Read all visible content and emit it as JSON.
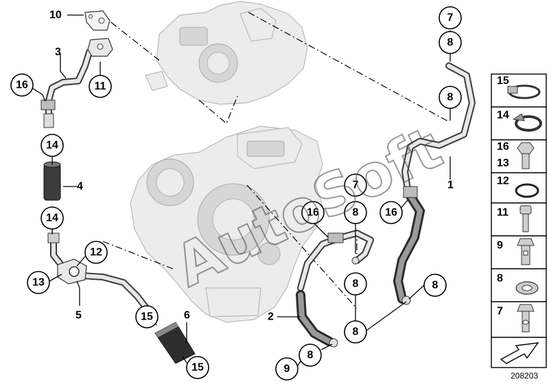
{
  "callouts": [
    {
      "id": "c7a",
      "label": "7"
    },
    {
      "id": "c8a",
      "label": "8"
    },
    {
      "id": "c8b",
      "label": "8"
    },
    {
      "id": "c16a",
      "label": "16"
    },
    {
      "id": "c11",
      "label": "11"
    },
    {
      "id": "c14a",
      "label": "14"
    },
    {
      "id": "c14b",
      "label": "14"
    },
    {
      "id": "c12",
      "label": "12"
    },
    {
      "id": "c13",
      "label": "13"
    },
    {
      "id": "c15a",
      "label": "15"
    },
    {
      "id": "c15b",
      "label": "15"
    },
    {
      "id": "c7b",
      "label": "7"
    },
    {
      "id": "c8c",
      "label": "8"
    },
    {
      "id": "c16b",
      "label": "16"
    },
    {
      "id": "c16c",
      "label": "16"
    },
    {
      "id": "c8d",
      "label": "8"
    },
    {
      "id": "c8e",
      "label": "8"
    },
    {
      "id": "c8f",
      "label": "8"
    },
    {
      "id": "c8g",
      "label": "8"
    },
    {
      "id": "c9",
      "label": "9"
    }
  ],
  "plain_labels": {
    "l10": "10",
    "l3": "3",
    "l4": "4",
    "l5": "5",
    "l6": "6",
    "l1": "1",
    "l2": "2"
  },
  "legend": [
    {
      "labels": [
        "15"
      ],
      "icon": "hose-clamp-icon"
    },
    {
      "labels": [
        "14"
      ],
      "icon": "hose-clip-icon"
    },
    {
      "labels": [
        "16",
        "13"
      ],
      "icon": "hex-bolt-icon"
    },
    {
      "labels": [
        "12"
      ],
      "icon": "seal-ring-icon"
    },
    {
      "labels": [
        "11"
      ],
      "icon": "socket-screw-icon"
    },
    {
      "labels": [
        "9"
      ],
      "icon": "hollow-bolt-icon"
    },
    {
      "labels": [
        "8"
      ],
      "icon": "sealing-washer-icon"
    },
    {
      "labels": [
        "7"
      ],
      "icon": "banjo-bolt-icon"
    }
  ],
  "watermark": "AutoSoft",
  "diagram_id": "208203",
  "colors": {
    "line": "#000000",
    "ghost": "#ececec",
    "pipe": "#3a3a3a"
  }
}
